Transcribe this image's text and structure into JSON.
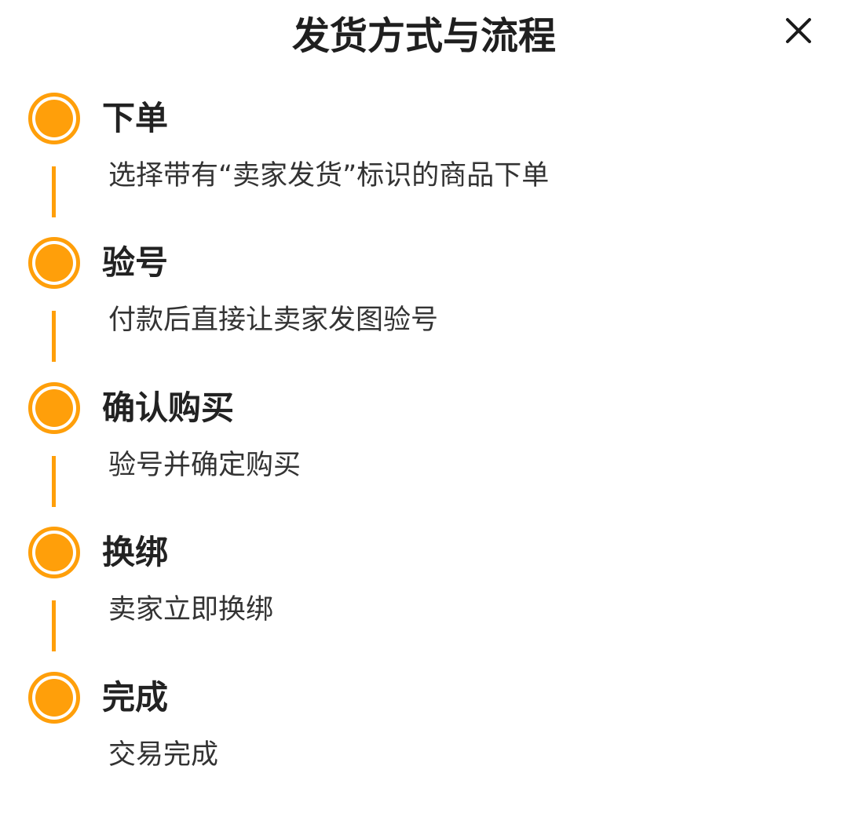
{
  "dialog": {
    "title": "发货方式与流程",
    "close_icon": "close-icon"
  },
  "accent_color": "#FF9F0A",
  "steps": [
    {
      "title": "下单",
      "desc": "选择带有“卖家发货”标识的商品下单"
    },
    {
      "title": "验号",
      "desc": "付款后直接让卖家发图验号"
    },
    {
      "title": "确认购买",
      "desc": "验号并确定购买"
    },
    {
      "title": "换绑",
      "desc": "卖家立即换绑"
    },
    {
      "title": "完成",
      "desc": "交易完成"
    }
  ]
}
